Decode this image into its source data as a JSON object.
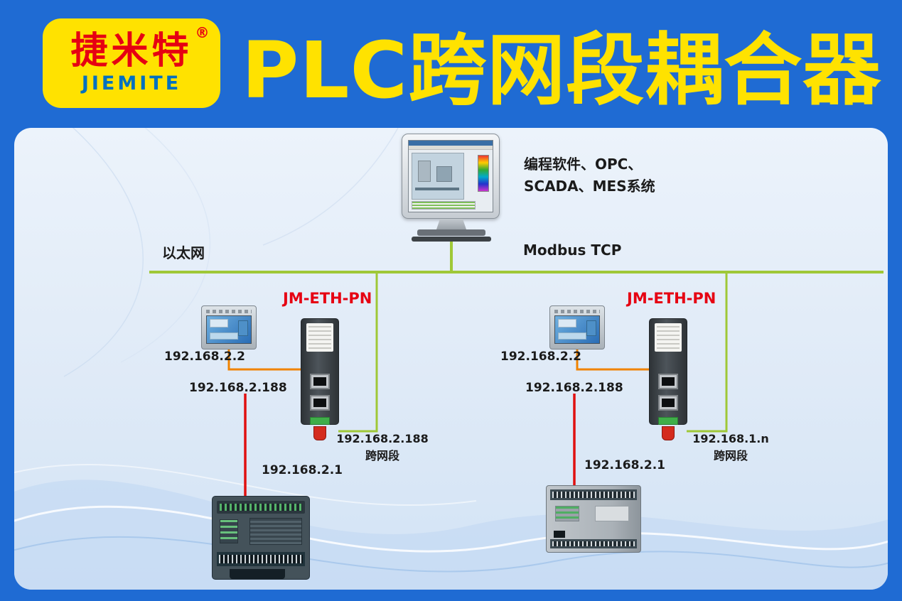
{
  "header": {
    "logo": {
      "brand_cn": "捷米特",
      "brand_en": "JIEMITE",
      "registered_mark": "®"
    },
    "title": "PLC跨网段耦合器"
  },
  "diagram": {
    "host_label": {
      "line1": "编程软件、OPC、",
      "line2": "SCADA、MES系统"
    },
    "bus_left_label": "以太网",
    "bus_right_label": "Modbus TCP",
    "branches": {
      "left": {
        "coupler_name": "JM-ETH-PN",
        "hmi_ip": "192.168.2.2",
        "coupler_ip": "192.168.2.188",
        "cross_ip": "192.168.2.188",
        "cross_label": "跨网段",
        "plc_ip": "192.168.2.1"
      },
      "right": {
        "coupler_name": "JM-ETH-PN",
        "hmi_ip": "192.168.2.2",
        "coupler_ip": "192.168.2.188",
        "cross_ip": "192.168.1.n",
        "cross_label": "跨网段",
        "plc_ip": "192.168.2.1"
      }
    }
  },
  "colors": {
    "background_blue": "#1f6bd3",
    "panel_blue": "#dfeaf7",
    "accent_yellow": "#ffe200",
    "brand_red": "#e60012",
    "brand_blue": "#0070c0",
    "bus_green": "#9fc837",
    "link_orange": "#f08300",
    "link_red": "#e01010"
  }
}
